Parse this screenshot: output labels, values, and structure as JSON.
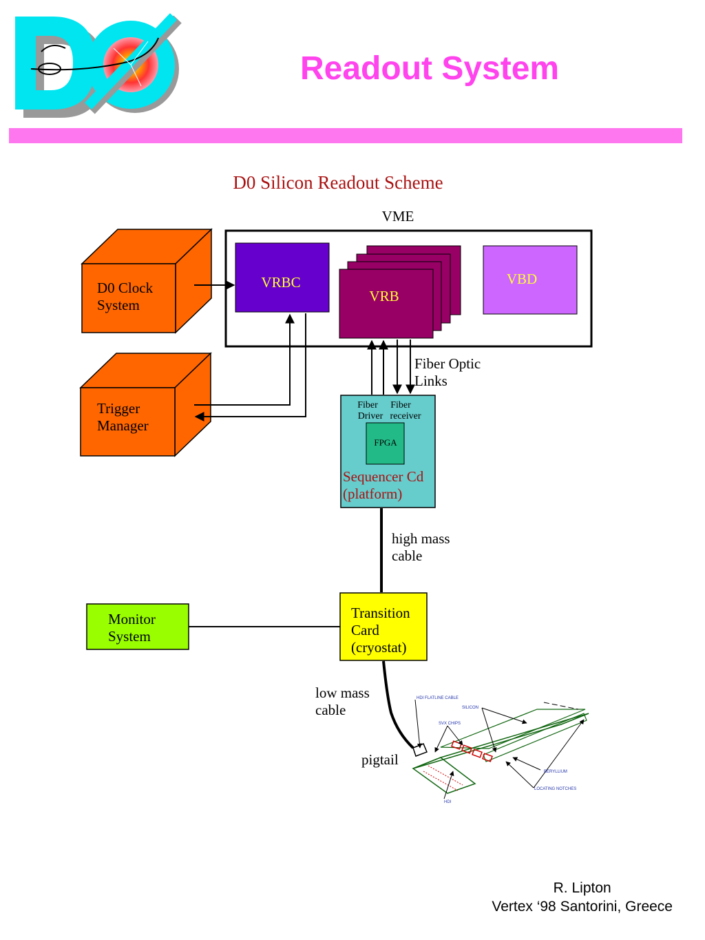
{
  "slide": {
    "title": "Readout System",
    "accent_color": "#ff44ee",
    "logo": {
      "icon": "d0-logo-icon",
      "text": "DØ"
    },
    "footer": {
      "author": "R. Lipton",
      "venue": "Vertex ‘98 Santorini, Greece"
    }
  },
  "diagram": {
    "title": "D0 Silicon Readout Scheme",
    "vme_label": "VME",
    "boxes": {
      "d0_clock": {
        "line1": "D0 Clock",
        "line2": "System",
        "color": "#ff6600"
      },
      "trigger_manager": {
        "line1": "Trigger",
        "line2": "Manager",
        "color": "#ff6600"
      },
      "vrbc": {
        "label": "VRBC",
        "color": "#6600cc"
      },
      "vrb": {
        "label": "VRB",
        "color": "#990066"
      },
      "vbd": {
        "label": "VBD",
        "color": "#cc66ff"
      },
      "sequencer": {
        "fiber_driver": [
          "Fiber",
          "Driver"
        ],
        "fiber_receiver": [
          "Fiber",
          "receiver"
        ],
        "fpga": "FPGA",
        "line1": "Sequencer Cd",
        "line2": "(platform)",
        "color": "#66cccc"
      },
      "transition_card": {
        "line1": "Transition",
        "line2": "Card",
        "line3": "(cryostat)",
        "color": "#ffff00"
      },
      "monitor": {
        "line1": "Monitor",
        "line2": "System",
        "color": "#99ff00"
      }
    },
    "labels": {
      "fiber_optic": [
        "Fiber Optic",
        "Links"
      ],
      "high_mass": [
        "high mass",
        "cable"
      ],
      "low_mass": [
        "low mass",
        "cable"
      ],
      "pigtail": "pigtail"
    },
    "detector_labels": {
      "hdi_flatline": "HDI FLATLINE CABLE",
      "silicon": "SILICON",
      "svx_chips": "SVX CHIPS",
      "beryllium": "BERYLLIUM",
      "locating_notches": "LOCATING NOTCHES",
      "hdi": "HDI"
    }
  }
}
